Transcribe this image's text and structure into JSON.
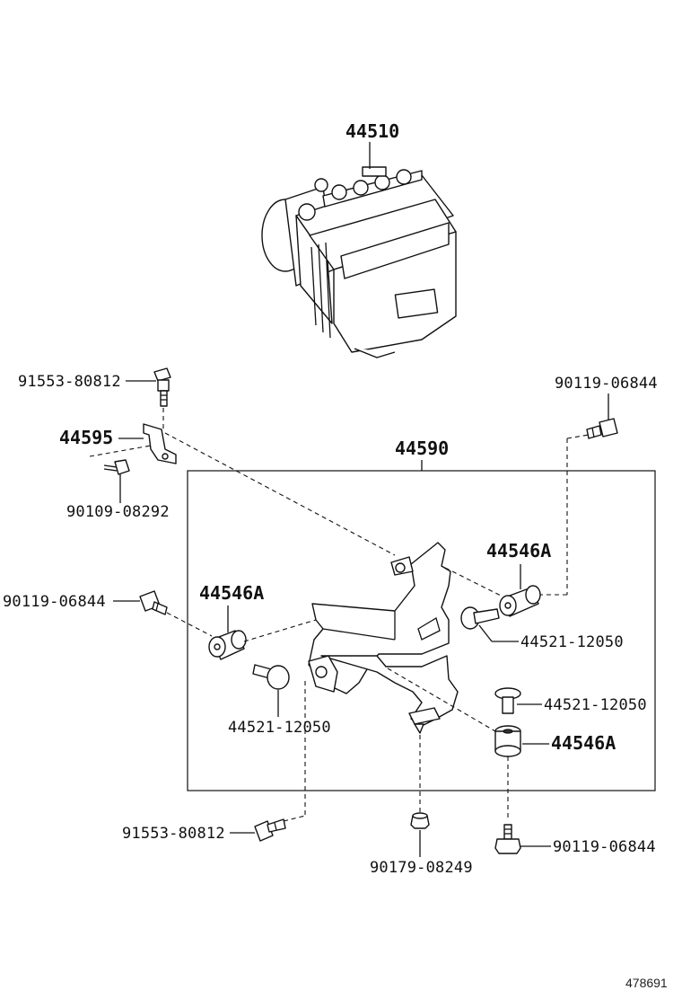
{
  "labels": {
    "p44510": "44510",
    "p44590": "44590",
    "p44595": "44595",
    "bolt_top_left": "91553-80812",
    "bolt_bottom_left": "91553-80812",
    "screw_top_right": "90119-06844",
    "screw_left": "90119-06844",
    "screw_bottom_right": "90119-06844",
    "bolt_90109": "90109-08292",
    "nut_90179": "90179-08249",
    "cushion_left": "44546A",
    "cushion_right_top": "44546A",
    "cushion_right_bottom": "44546A",
    "collar_left": "44521-12050",
    "collar_right_top": "44521-12050",
    "collar_right_bottom": "44521-12050",
    "diagram_id": "478691"
  }
}
